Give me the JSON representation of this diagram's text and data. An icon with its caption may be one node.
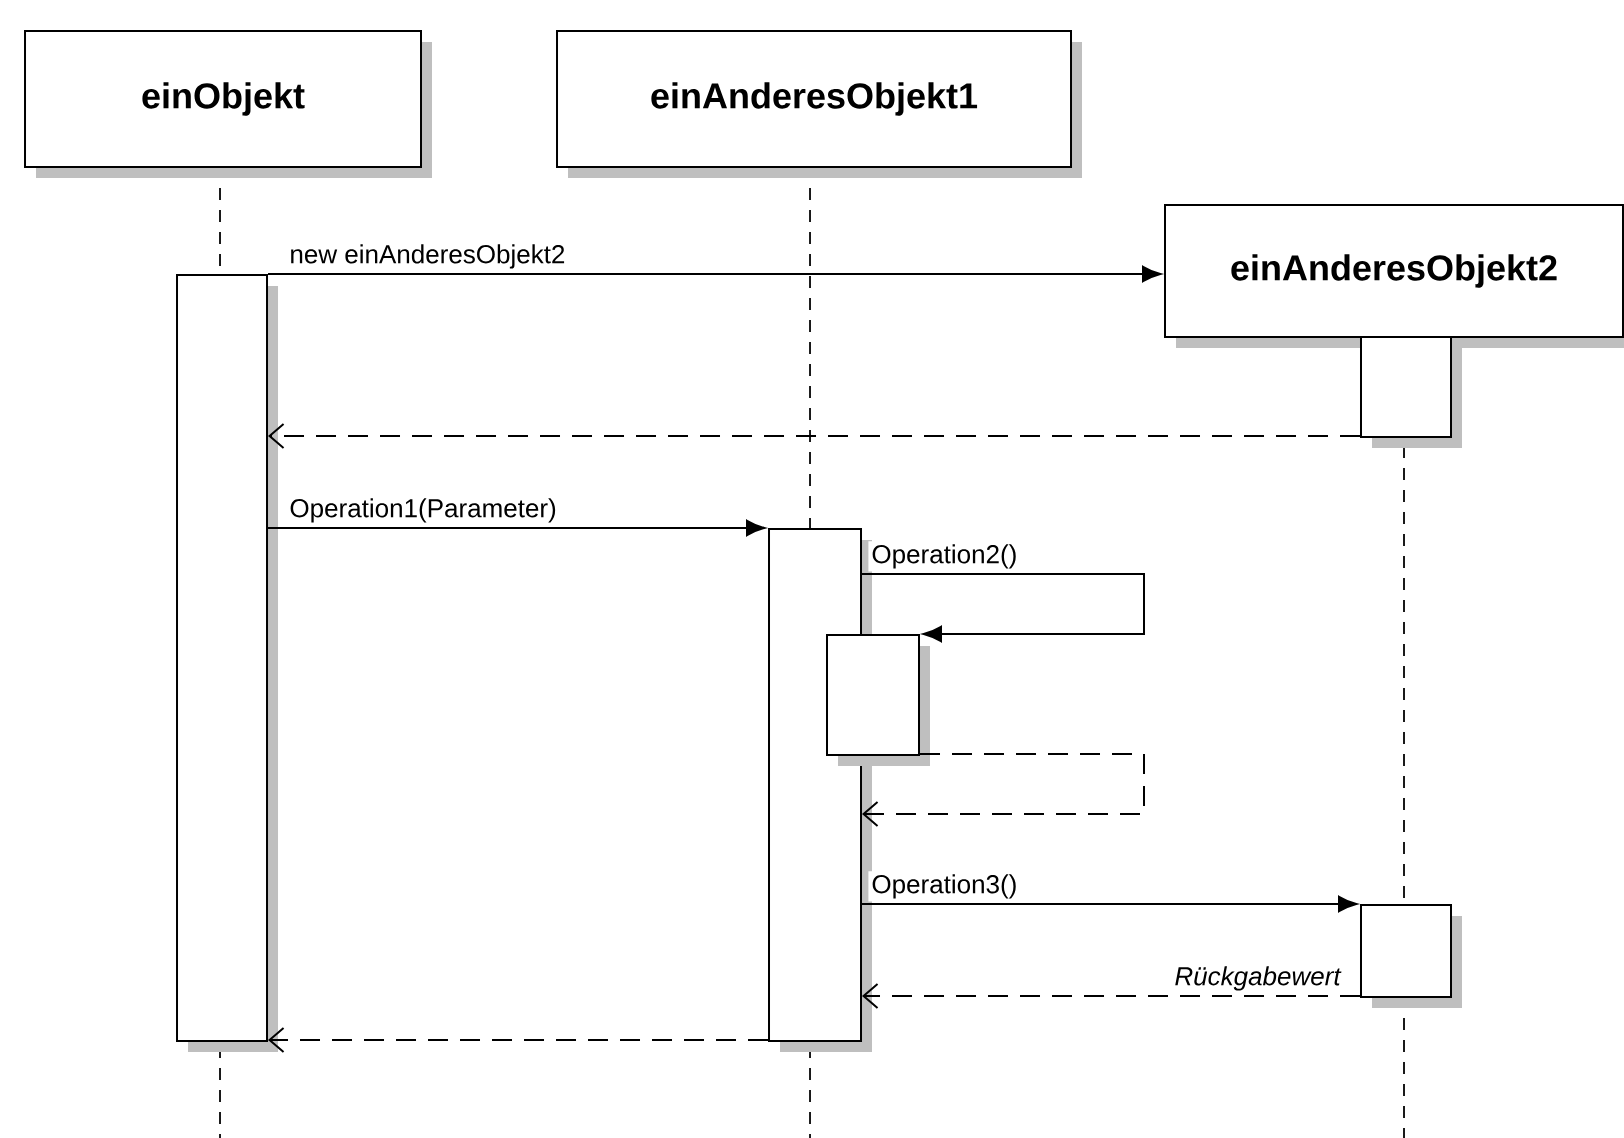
{
  "diagram": {
    "nodes": [
      {
        "text": [
          "einObjekt"
        ]
      },
      {
        "text": [
          "einAnderesObjekt1"
        ]
      },
      {
        "text": [
          "einAnderesObjekt2"
        ]
      },
      {
        "text": [],
        "shape": "box"
      },
      {
        "text": [],
        "shape": "box"
      },
      {
        "text": [],
        "shape": "box"
      },
      {
        "text": [],
        "shape": "box"
      },
      {
        "text": [],
        "shape": "box"
      }
    ],
    "edges": [
      {
        "from": 3,
        "to": 2,
        "arrow": "to",
        "label": "new einAnderesObjekt2"
      },
      {
        "from": 5,
        "to": 3,
        "arrow": "to",
        "style": "dashed"
      },
      {
        "from": 3,
        "to": 4,
        "arrow": "to",
        "label": "Operation1(Parameter)"
      },
      {
        "from": 4,
        "to": 6,
        "arrow": "to",
        "label": "Operation2()"
      },
      {
        "from": 6,
        "to": 4,
        "arrow": "to",
        "style": "dashed"
      },
      {
        "from": 4,
        "to": 7,
        "arrow": "to",
        "label": "Operation3()"
      },
      {
        "from": 7,
        "to": 4,
        "arrow": "to",
        "style": "dashed",
        "label": "Rückgabewert"
      },
      {
        "from": 4,
        "to": 3,
        "arrow": "to",
        "style": "dashed"
      }
    ]
  }
}
